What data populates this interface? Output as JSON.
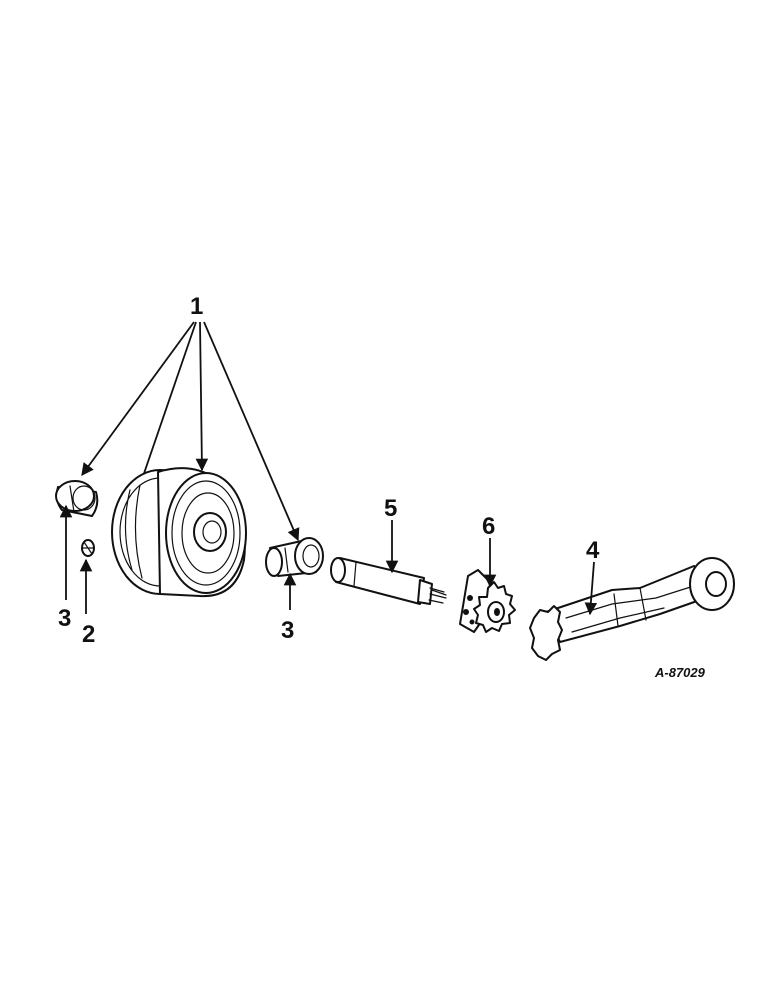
{
  "callouts": {
    "c1": "1",
    "c2": "2",
    "c3_left": "3",
    "c3_right": "3",
    "c4": "4",
    "c5": "5",
    "c6": "6"
  },
  "figure_ref": "A-87029"
}
